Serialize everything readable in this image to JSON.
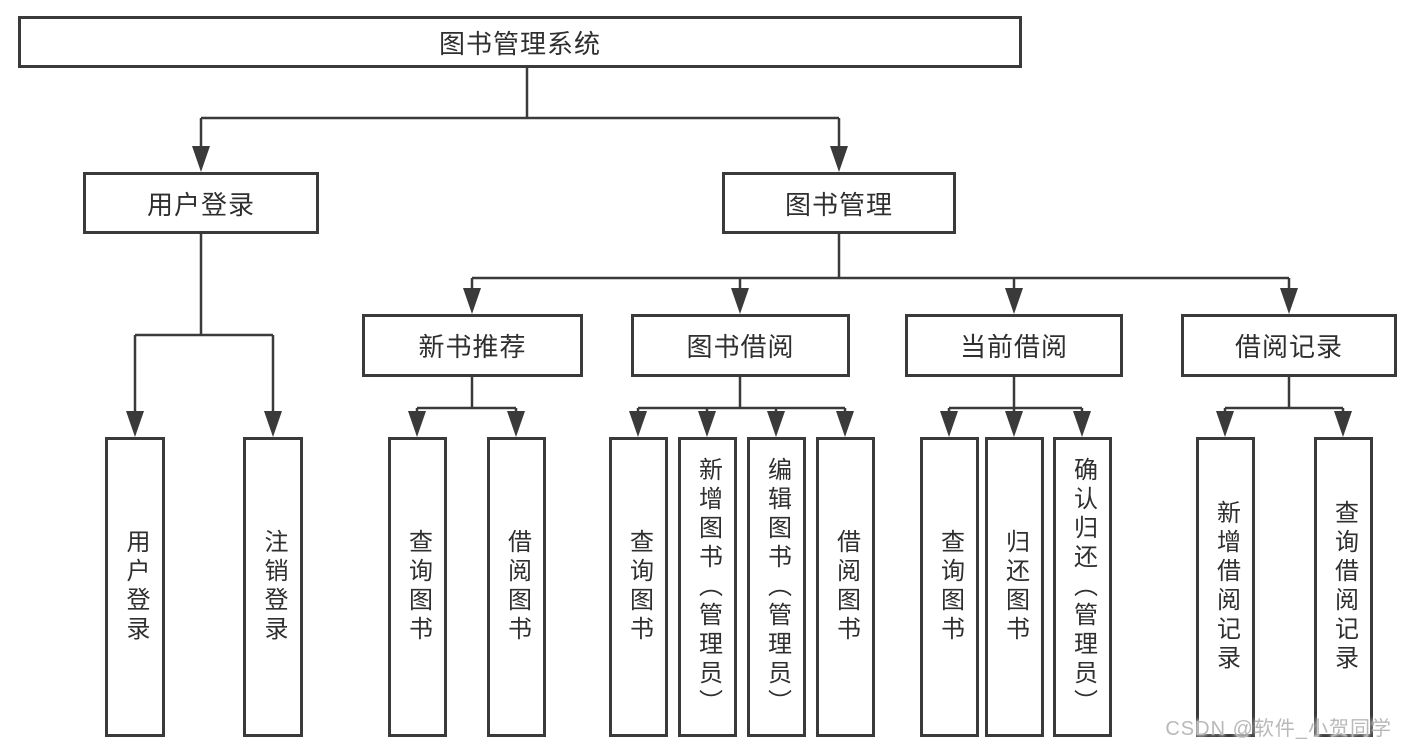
{
  "nodes": {
    "root": "图书管理系统",
    "user_login": "用户登录",
    "book_management": "图书管理",
    "new_book_recommend": "新书推荐",
    "book_borrow": "图书借阅",
    "current_borrow": "当前借阅",
    "borrow_record": "借阅记录",
    "leaf_user_login": "用户登录",
    "leaf_logout": "注销登录",
    "leaf_nbr_query_book": "查询图书",
    "leaf_nbr_borrow_book": "借阅图书",
    "leaf_bb_query_book": "查询图书",
    "leaf_bb_add_book": "新增图书（管理员）",
    "leaf_bb_edit_book": "编辑图书（管理员）",
    "leaf_bb_borrow_book": "借阅图书",
    "leaf_cb_query_book": "查询图书",
    "leaf_cb_return_book": "归还图书",
    "leaf_cb_confirm_return": "确认归还（管理员）",
    "leaf_br_add_record": "新增借阅记录",
    "leaf_br_query_record": "查询借阅记录"
  },
  "watermark": "CSDN @软件_小贺同学",
  "colors": {
    "line": "#3a3a3a",
    "text": "#2f2f2f",
    "background": "#ffffff",
    "watermark": "#b9b9b9"
  }
}
